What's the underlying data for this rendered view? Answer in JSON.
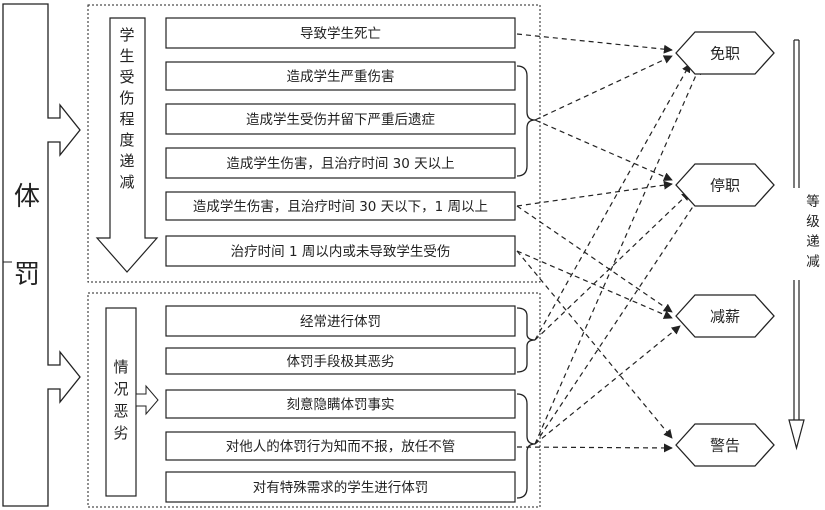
{
  "main_label": [
    "体",
    "罚"
  ],
  "section_top": {
    "label": [
      "学",
      "生",
      "受",
      "伤",
      "程",
      "度",
      "递",
      "减"
    ],
    "boxes": [
      "导致学生死亡",
      "造成学生严重伤害",
      "造成学生受伤并留下严重后遗症",
      "造成学生伤害，且治疗时间 30 天以上",
      "造成学生伤害，且治疗时间 30 天以下，1 周以上",
      "治疗时间 1 周以内或未导致学生受伤"
    ]
  },
  "section_bottom": {
    "label": [
      "情",
      "况",
      "恶",
      "劣"
    ],
    "boxes": [
      "经常进行体罚",
      "体罚手段极其恶劣",
      "刻意隐瞒体罚事实",
      "对他人的体罚行为知而不报，放任不管",
      "对有特殊需求的学生进行体罚"
    ]
  },
  "penalties": [
    "免职",
    "停职",
    "减薪",
    "警告"
  ],
  "right_label": [
    "等",
    "级",
    "递",
    "减"
  ]
}
